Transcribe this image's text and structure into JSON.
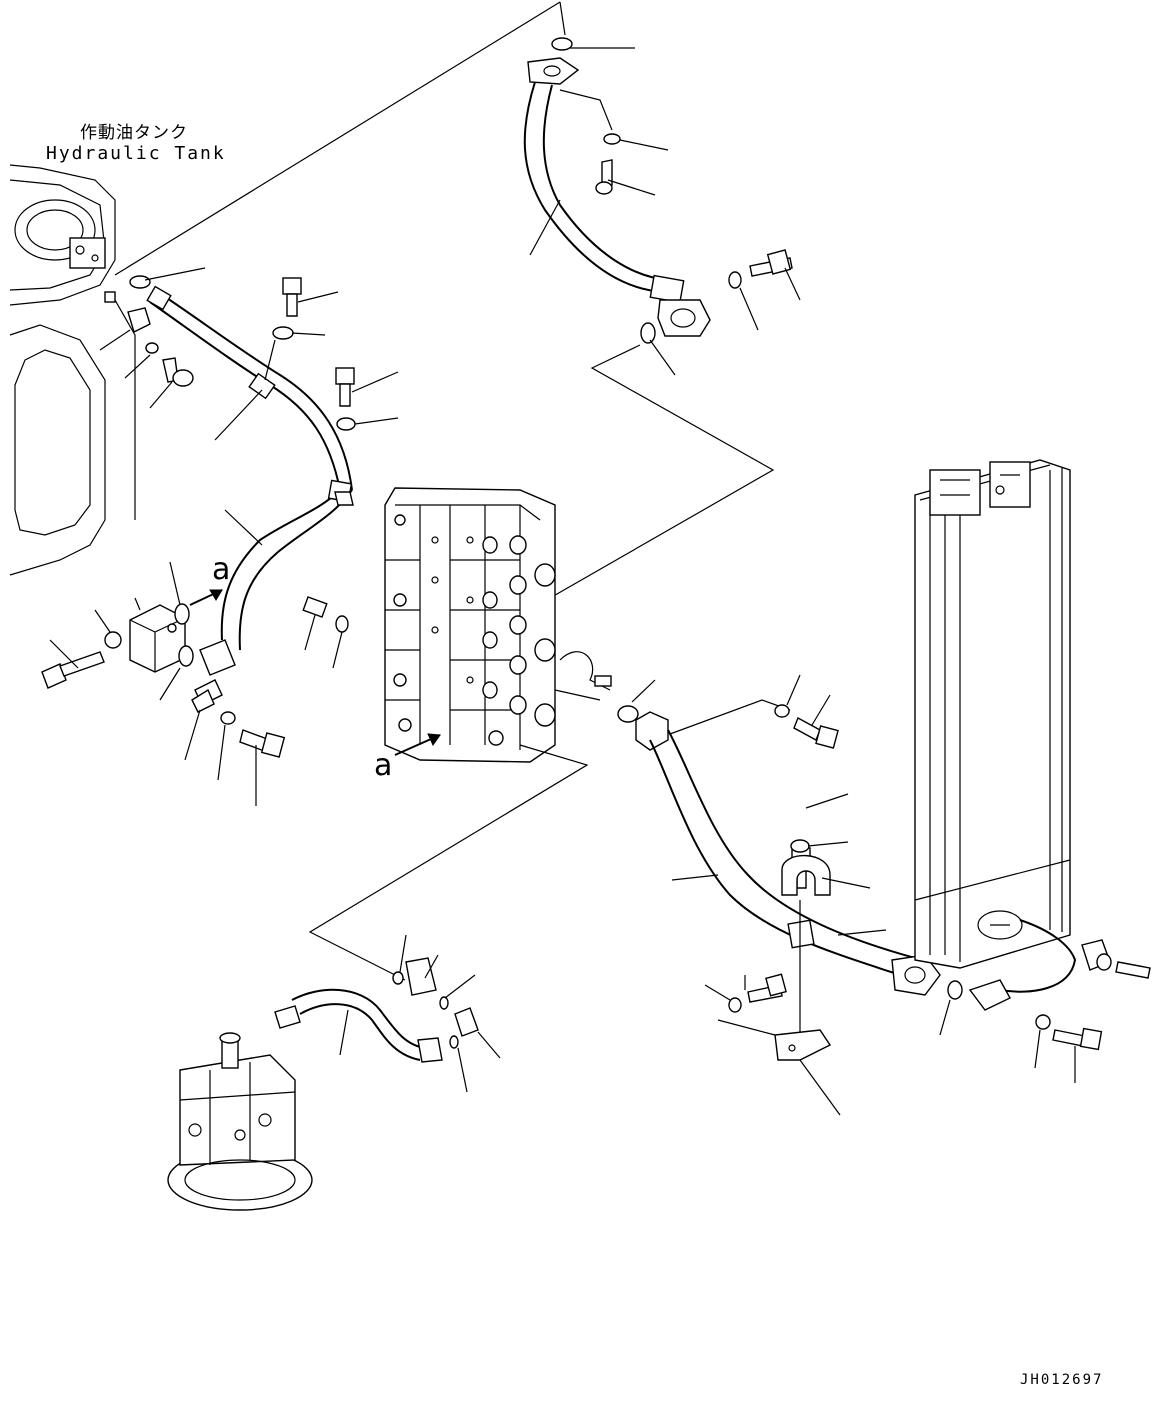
{
  "labels": {
    "tank_jp": "作動油タンク",
    "tank_en": "Hydraulic Tank",
    "marker_a_1": "a",
    "marker_a_2": "a",
    "drawing_id": "JH012697"
  }
}
